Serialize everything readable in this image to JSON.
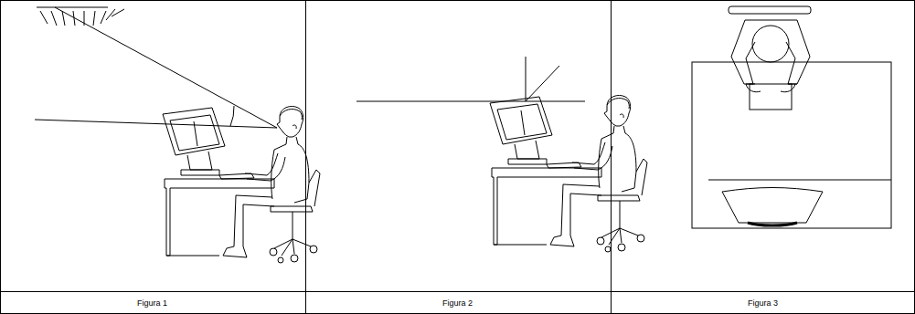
{
  "diagram": {
    "labels": [
      "Figura 1",
      "Figura 2",
      "Figura 3"
    ]
  }
}
